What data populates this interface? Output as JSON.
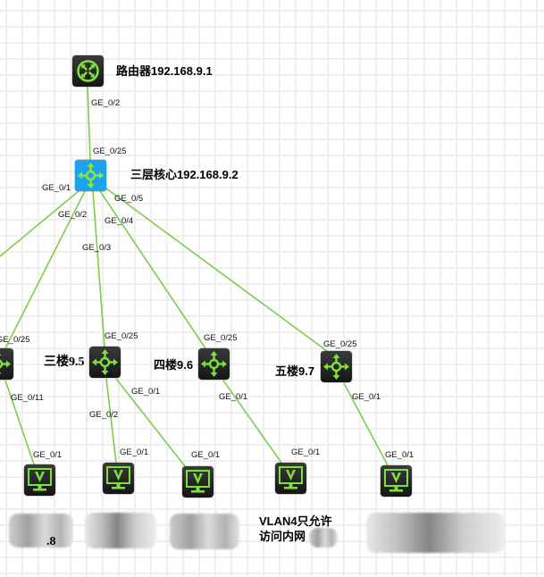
{
  "diagram": {
    "type": "network-topology",
    "nodes": {
      "router": {
        "label": "路由器192.168.9.1",
        "device": "router"
      },
      "core": {
        "label": "三层核心192.168.9.2",
        "device": "l3-switch"
      },
      "switch_left": {
        "label": "",
        "device": "switch"
      },
      "switch_3f": {
        "label": "三楼9.5",
        "device": "switch"
      },
      "switch_4f": {
        "label": "四楼9.6",
        "device": "switch"
      },
      "switch_5f": {
        "label": "五楼9.7",
        "device": "switch"
      },
      "pc1": {
        "label": ".8",
        "device": "pc"
      },
      "pc2": {
        "label": "",
        "device": "pc"
      },
      "pc3": {
        "label": "",
        "device": "pc"
      },
      "pc4": {
        "label": "VLAN4只允许访问内网",
        "label_line1": "VLAN4只允许",
        "label_line2": "访问内网",
        "device": "pc"
      },
      "pc5": {
        "label": "",
        "device": "pc"
      }
    },
    "ports": {
      "router_core_router_side": "GE_0/2",
      "router_core_core_side": "GE_0/25",
      "core_left": "GE_0/1",
      "core_3f_a": "GE_0/2",
      "core_3f_b": "GE_0/3",
      "core_4f": "GE_0/4",
      "core_5f": "GE_0/5",
      "left_uplink": "GE_0/25",
      "left_down": "GE_0/11",
      "s3f_uplink": "GE_0/25",
      "s3f_down_a": "GE_0/2",
      "s3f_down_b": "GE_0/1",
      "s4f_uplink": "GE_0/25",
      "s4f_down": "GE_0/1",
      "s5f_uplink": "GE_0/25",
      "s5f_down": "GE_0/1",
      "pc1_port": "GE_0/1",
      "pc2_port": "GE_0/1",
      "pc3_port": "GE_0/1",
      "pc4_port": "GE_0/1",
      "pc5_port": "GE_0/1"
    },
    "links": [
      [
        "router",
        "core"
      ],
      [
        "core",
        "switch_left"
      ],
      [
        "core",
        "switch_left_2"
      ],
      [
        "core",
        "switch_3f"
      ],
      [
        "core",
        "switch_4f"
      ],
      [
        "core",
        "switch_5f"
      ],
      [
        "switch_left",
        "pc1"
      ],
      [
        "switch_3f",
        "pc2"
      ],
      [
        "switch_3f",
        "pc3"
      ],
      [
        "switch_4f",
        "pc4"
      ],
      [
        "switch_5f",
        "pc5"
      ]
    ],
    "colors": {
      "link": "#7ccd4a",
      "device_body": "#1e1e1e",
      "device_glyph": "#7ee03a",
      "core_body": "#1ca3ee",
      "grid": "#efefef"
    },
    "redacted_labels": true
  }
}
